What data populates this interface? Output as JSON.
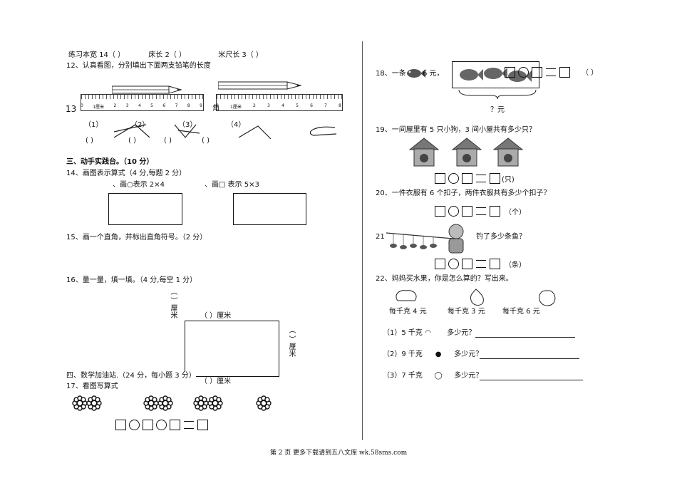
{
  "left": {
    "line1": {
      "a": "练习本宽 14（    ）",
      "b": "床长 2（    ）",
      "c": "米尺长 3（    ）"
    },
    "q12": "12、认真看图，分别填出下面两支铅笔的长度",
    "q13_num": "13",
    "q13_tail": "角",
    "ruler_left_label": "厘米",
    "ruler_right_label": "厘米",
    "ruler_left_ticks": [
      "0",
      "1厘米",
      "2",
      "3",
      "4",
      "5",
      "6",
      "7",
      "8",
      "9"
    ],
    "ruler_right_ticks": [
      "0",
      "1厘米",
      "2",
      "3",
      "4",
      "5",
      "6",
      "7",
      "8"
    ],
    "angle_labels": [
      "（1）",
      "（2）",
      "（3）",
      "（4）"
    ],
    "angle_blanks": [
      "(    )",
      "(    )",
      "(    )",
      "(    )"
    ],
    "section3": "三、动手实践台。（10 分）",
    "q14": "14、画图表示算式（4 分,每题 2 分）",
    "q14a": "、画○表示 2×4",
    "q14b": "、画□ 表示 5×3",
    "q15": "15、画一个直角，并标出直角符号。（2 分）",
    "q16": "16、量一量，填一填。（4 分,每空 1 分）",
    "q16_top": "（      ）厘米",
    "q16_bottom": "（      ）厘米",
    "q16_left": "（    ）厘米",
    "q16_right": "（    ）厘米",
    "section4": "四、数学加油站.（24 分，每小题 3 分）",
    "q17": "17、看图写算式"
  },
  "right": {
    "q18_start": "18、一条",
    "q18_price": "6 元，",
    "q18_blank": "（    ）",
    "q18_question": "？元",
    "q19": "19、一间屋里有 5 只小狗，3 间小屋共有多少只？",
    "q19_unit": "(只)",
    "q20": "20、一件衣服有 6 个扣子，两件衣服共有多少个扣子？",
    "q20_unit": "（个）",
    "q21_start": "21",
    "q21_text": "钓了多少条鱼？",
    "q21_unit": "（条）",
    "q22": "22、妈妈买水果，你是怎么算的？写出来。",
    "fruit_prices": [
      "每千克 4 元",
      "每千克 3 元",
      "每千克 6 元"
    ],
    "sub": [
      {
        "label": "（1）5 千克",
        "tail": "多少元？"
      },
      {
        "label": "（2）9 千克",
        "tail": "多少元？"
      },
      {
        "label": "（3）7 千克",
        "tail": "多少元？"
      }
    ]
  },
  "footer": "第 2 页 更多下载请到五八文库 wk.58sms.com"
}
